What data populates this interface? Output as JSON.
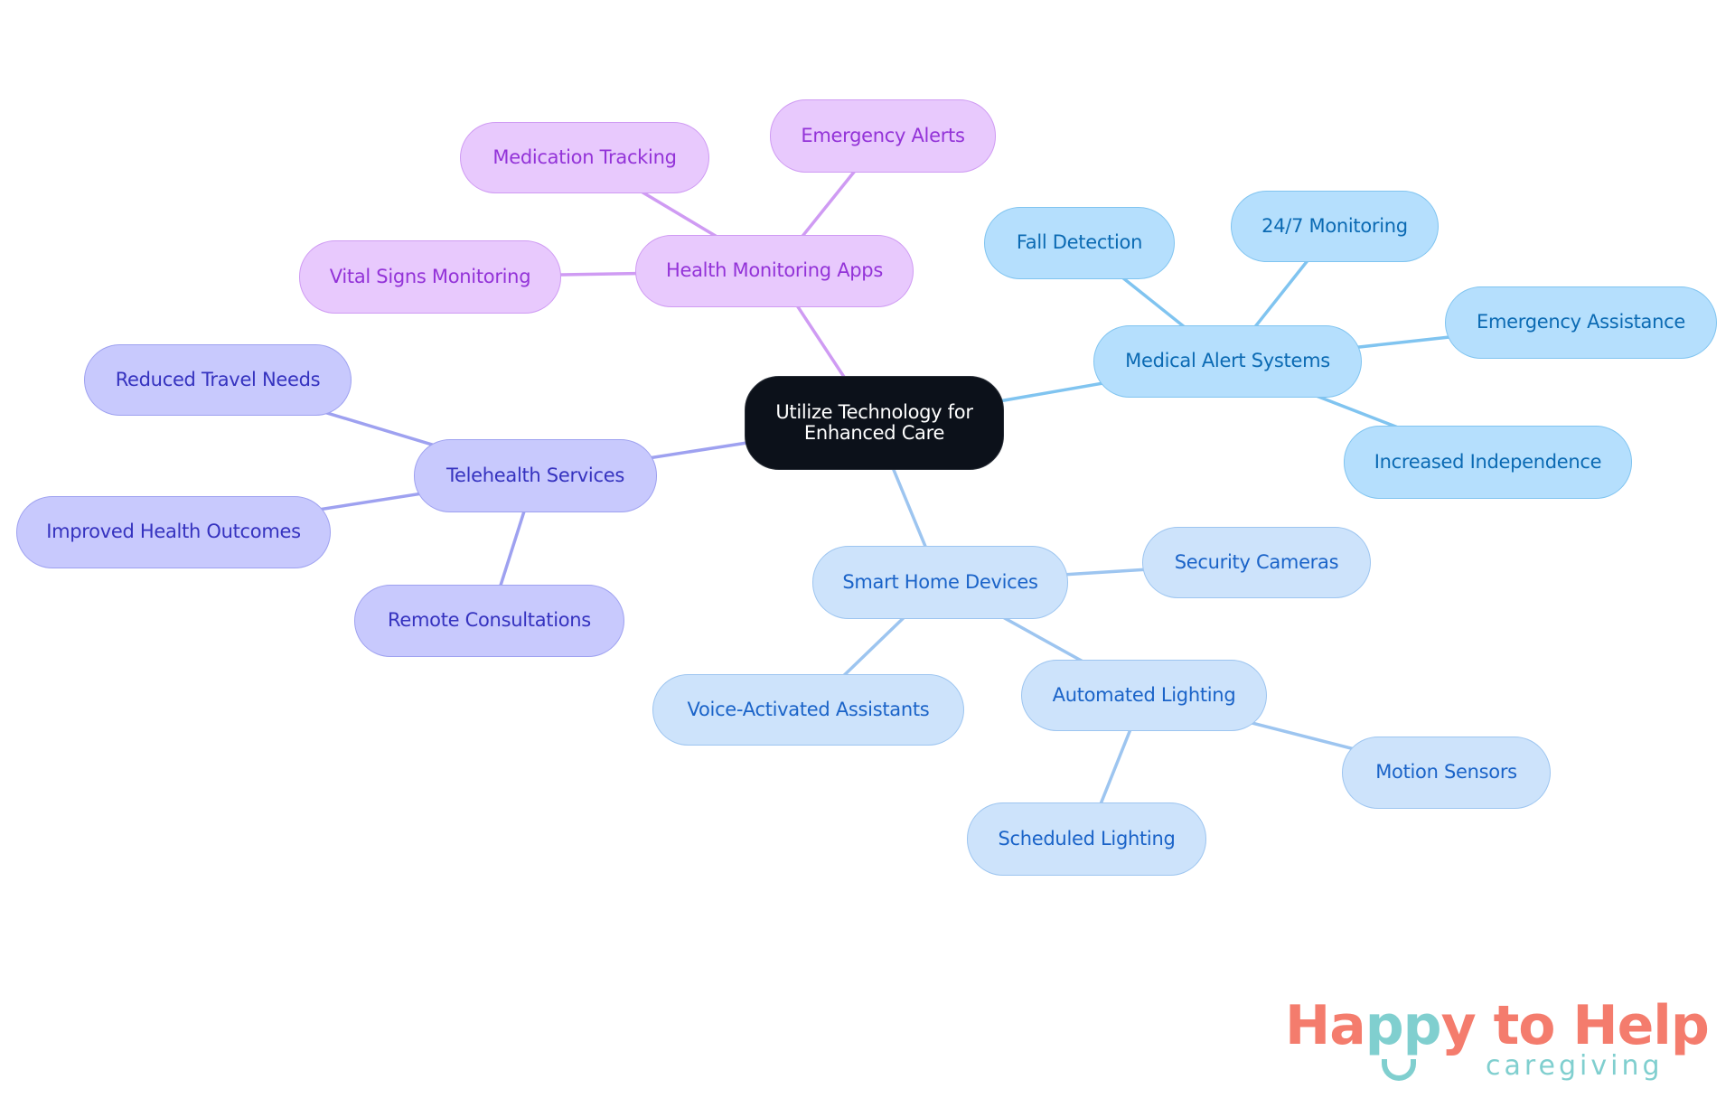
{
  "diagram": {
    "root": {
      "id": "root",
      "label": "Utilize Technology for Enhanced Care"
    },
    "branches": [
      {
        "id": "health",
        "label": "Health Monitoring Apps",
        "color": "#cf9bf3",
        "children": [
          {
            "id": "medtrack",
            "label": "Medication Tracking"
          },
          {
            "id": "emalerts",
            "label": "Emergency Alerts"
          },
          {
            "id": "vital",
            "label": "Vital Signs Monitoring"
          }
        ]
      },
      {
        "id": "tele",
        "label": "Telehealth Services",
        "color": "#9ea1f0",
        "children": [
          {
            "id": "travel",
            "label": "Reduced Travel Needs"
          },
          {
            "id": "outcomes",
            "label": "Improved Health Outcomes"
          },
          {
            "id": "remote",
            "label": "Remote Consultations"
          }
        ]
      },
      {
        "id": "medical",
        "label": "Medical Alert Systems",
        "color": "#80c4f0",
        "children": [
          {
            "id": "fall",
            "label": "Fall Detection"
          },
          {
            "id": "247",
            "label": "24/7 Monitoring"
          },
          {
            "id": "assist",
            "label": "Emergency Assistance"
          },
          {
            "id": "indep",
            "label": "Increased Independence"
          }
        ]
      },
      {
        "id": "smart",
        "label": "Smart Home Devices",
        "color": "#9dc5f0",
        "children": [
          {
            "id": "cams",
            "label": "Security Cameras"
          },
          {
            "id": "voice",
            "label": "Voice-Activated Assistants"
          },
          {
            "id": "autolight",
            "label": "Automated Lighting",
            "children": [
              {
                "id": "motion",
                "label": "Motion Sensors"
              },
              {
                "id": "sched",
                "label": "Scheduled Lighting"
              }
            ]
          }
        ]
      }
    ]
  },
  "logo": {
    "name": "Happy to Help",
    "sub": "caregiving",
    "colors": {
      "primary": "#f47c6d",
      "secondary": "#80cfcf"
    }
  }
}
